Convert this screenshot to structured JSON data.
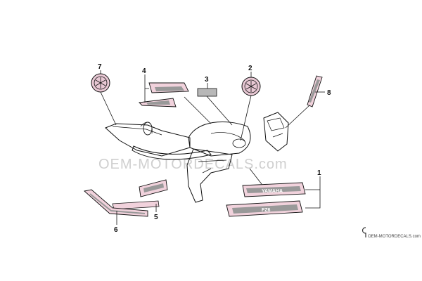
{
  "callouts": [
    "1",
    "2",
    "3",
    "4",
    "5",
    "6",
    "7",
    "8"
  ],
  "watermark": {
    "text": "OEM-MOTORDECALS.com",
    "footer": "OEM-MOTORDECALS.com",
    "decal_brand": "YAMAHA",
    "decal_model": "FZ6"
  },
  "colors": {
    "line": "#111111",
    "decal_pink": "#e8a0b4",
    "decal_gray": "#9a9a9a",
    "watermark": "#cfcfcf"
  }
}
